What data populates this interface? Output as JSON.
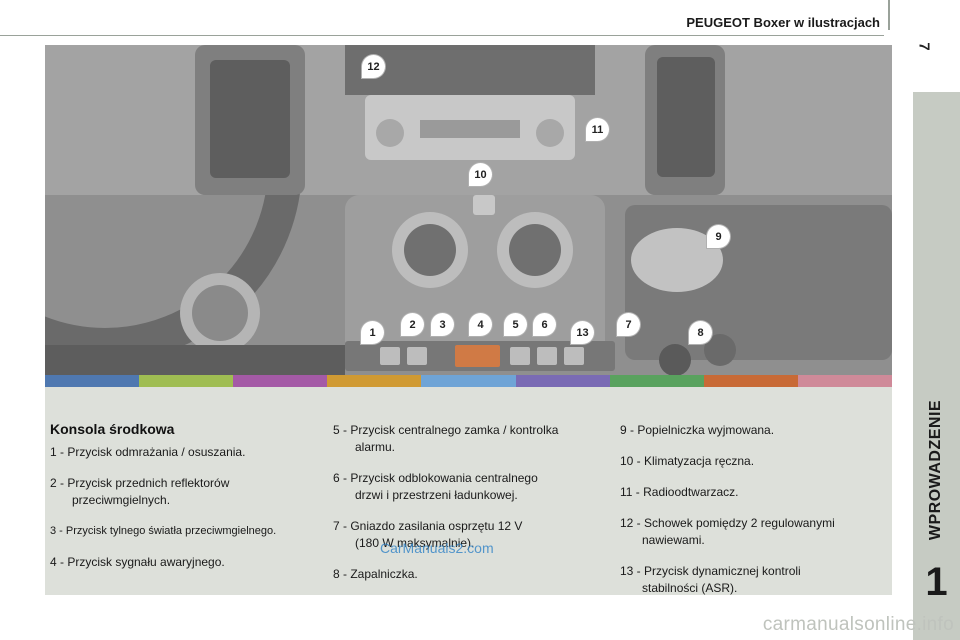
{
  "header": {
    "title": "PEUGEOT Boxer w ilustracjach",
    "page_number": "7"
  },
  "sidebar": {
    "chapter_title": "WPROWADZENIE",
    "chapter_number": "1"
  },
  "photo": {
    "callouts": [
      "1",
      "2",
      "3",
      "4",
      "5",
      "6",
      "7",
      "8",
      "9",
      "10",
      "11",
      "12",
      "13"
    ]
  },
  "color_strip": [
    "#4f78b0",
    "#9fbd52",
    "#a45aa6",
    "#d09a33",
    "#6fa4d6",
    "#7a6bb4",
    "#59a25e",
    "#c86a36",
    "#cf8a99"
  ],
  "section": {
    "title": "Konsola środkowa"
  },
  "legend": [
    {
      "line1": "1 - Przycisk odmrażania / osuszania.",
      "line2": ""
    },
    {
      "line1": "2 - Przycisk przednich reflektorów",
      "line2": "przeciwmgielnych."
    },
    {
      "line1": "3 - Przycisk tylnego światła przeciwmgielnego.",
      "line2": ""
    },
    {
      "line1": "4 - Przycisk sygnału awaryjnego.",
      "line2": ""
    },
    {
      "line1": "5 - Przycisk centralnego zamka / kontrolka",
      "line2": "alarmu."
    },
    {
      "line1": "6 - Przycisk odblokowania centralnego",
      "line2": "drzwi i przestrzeni ładunkowej."
    },
    {
      "line1": "7 - Gniazdo zasilania osprzętu 12 V",
      "line2": "(180 W maksymalnie)."
    },
    {
      "line1": "8 - Zapalniczka.",
      "line2": ""
    },
    {
      "line1": "9 - Popielniczka wyjmowana.",
      "line2": ""
    },
    {
      "line1": "10 - Klimatyzacja ręczna.",
      "line2": ""
    },
    {
      "line1": "11 - Radioodtwarzacz.",
      "line2": ""
    },
    {
      "line1": "12 - Schowek pomiędzy 2 regulowanymi",
      "line2": "nawiewami."
    },
    {
      "line1": "13 - Przycisk dynamicznej kontroli",
      "line2": "stabilności (ASR)."
    }
  ],
  "watermarks": {
    "inline": "CarManuals2.com",
    "footer": "carmanualsonline.info"
  }
}
